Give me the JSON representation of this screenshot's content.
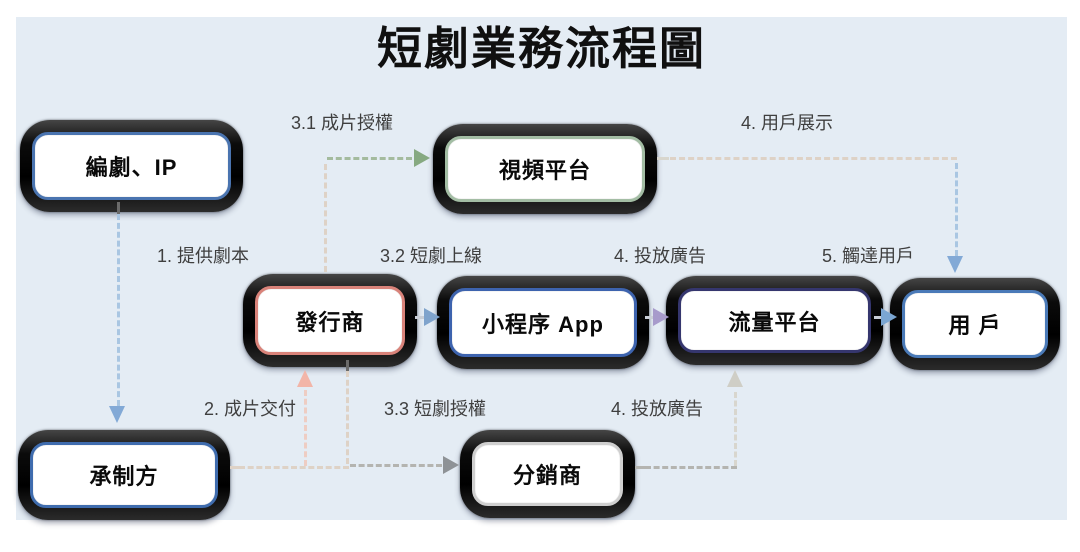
{
  "title": "短劇業務流程圖",
  "nodes": [
    {
      "id": "scriptwriter-ip",
      "label": "編劇、IP",
      "accent": "#4a74b0"
    },
    {
      "id": "video-platform",
      "label": "視頻平台",
      "accent": "#a3bda4"
    },
    {
      "id": "publisher",
      "label": "發行商",
      "accent": "#d9837a"
    },
    {
      "id": "miniprogram-app",
      "label": "小程序 App",
      "accent": "#3d63ae"
    },
    {
      "id": "traffic-platform",
      "label": "流量平台",
      "accent": "#35366e"
    },
    {
      "id": "user",
      "label": "用 戶",
      "accent": "#4a7ab8"
    },
    {
      "id": "production-party",
      "label": "承制方",
      "accent": "#3f6cae"
    },
    {
      "id": "reseller",
      "label": "分銷商",
      "accent": "#cfcfcf"
    }
  ],
  "edges": [
    {
      "id": "provide-script",
      "label": "1. 提供劇本"
    },
    {
      "id": "film-delivery",
      "label": "2. 成片交付"
    },
    {
      "id": "film-license",
      "label": "3.1 成片授權"
    },
    {
      "id": "drama-launch",
      "label": "3.2 短劇上線"
    },
    {
      "id": "drama-license",
      "label": "3.3 短劇授權"
    },
    {
      "id": "place-ads-app",
      "label": "4. 投放廣告"
    },
    {
      "id": "user-display",
      "label": "4. 用戶展示"
    },
    {
      "id": "place-ads-reseller",
      "label": "4. 投放廣告"
    },
    {
      "id": "reach-users",
      "label": "5. 觸達用戶"
    }
  ],
  "colors": {
    "page_bg": "#ffffff",
    "panel_bg": "#e4ecf4",
    "title_text": "#101010",
    "label_text": "#3f3f3f",
    "node_fill": "#ffffff",
    "dash_blue": "#a9c6e2",
    "arrow_blue": "#82a9d6",
    "dash_beige": "#ded2c6",
    "dash_pink": "#eecdc3",
    "arrow_pink": "#f2b5a8",
    "dash_green": "#a4bb9e",
    "arrow_green": "#86a981",
    "dash_gray": "#b4b4b0",
    "arrow_gray": "#8e9296",
    "dash_lightgray": "#d8d6ce",
    "arrow_lightgray": "#cfcec6",
    "line_gray": "#c9ced6",
    "arrow_steelblue": "#7fa3cc",
    "arrow_purple": "#a79bcb",
    "arrow_blue2": "#7ba6d2",
    "stub_dark": "#6a6a6a"
  }
}
